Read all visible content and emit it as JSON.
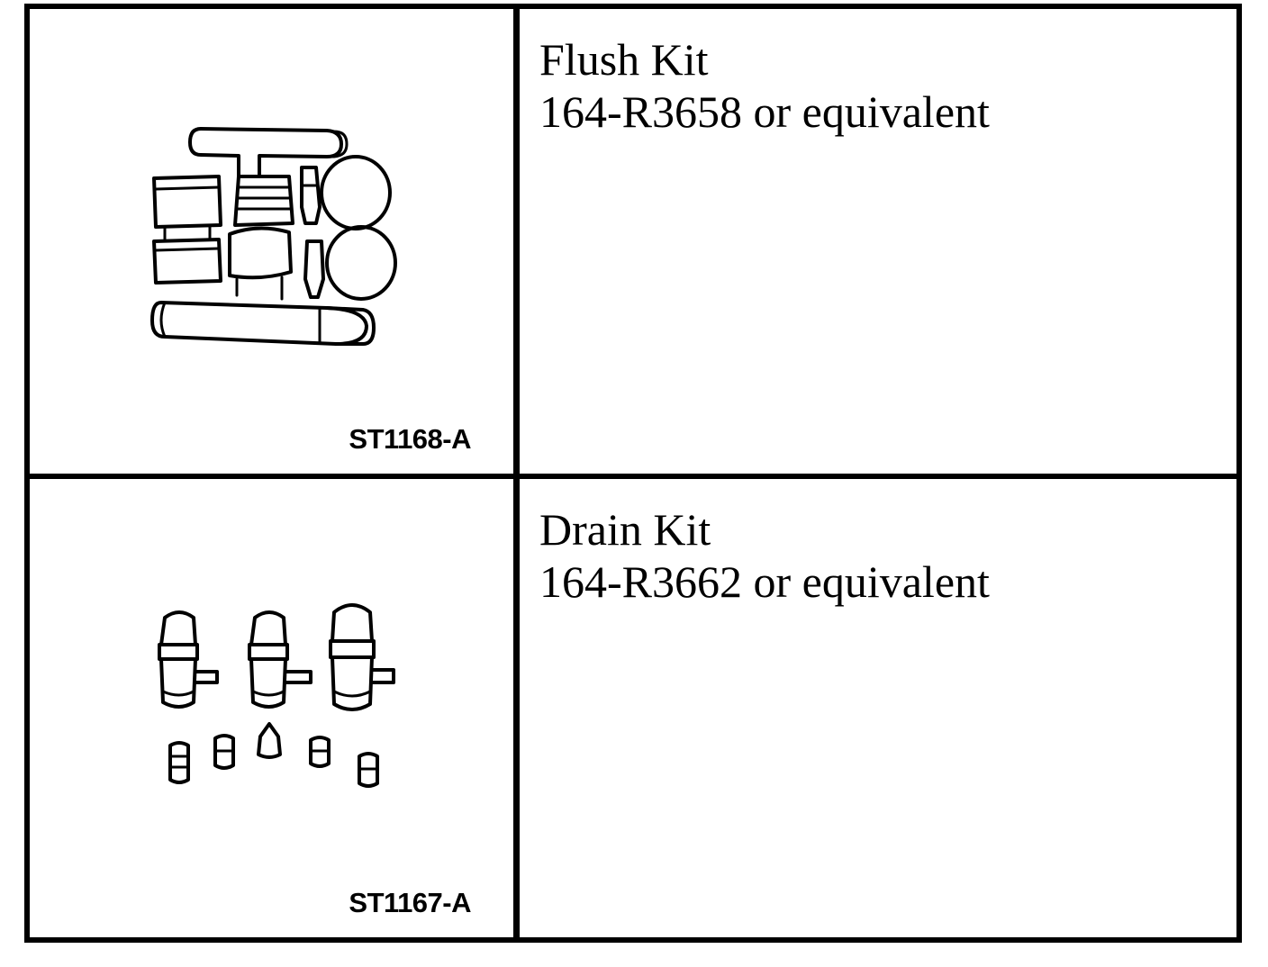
{
  "rows": [
    {
      "figure_code": "ST1168-A",
      "tool_name": "Flush Kit",
      "tool_number": "164-R3658 or equivalent",
      "illustration_icon": "flush-kit-icon"
    },
    {
      "figure_code": "ST1167-A",
      "tool_name": "Drain Kit",
      "tool_number": "164-R3662 or equivalent",
      "illustration_icon": "drain-kit-icon"
    }
  ]
}
